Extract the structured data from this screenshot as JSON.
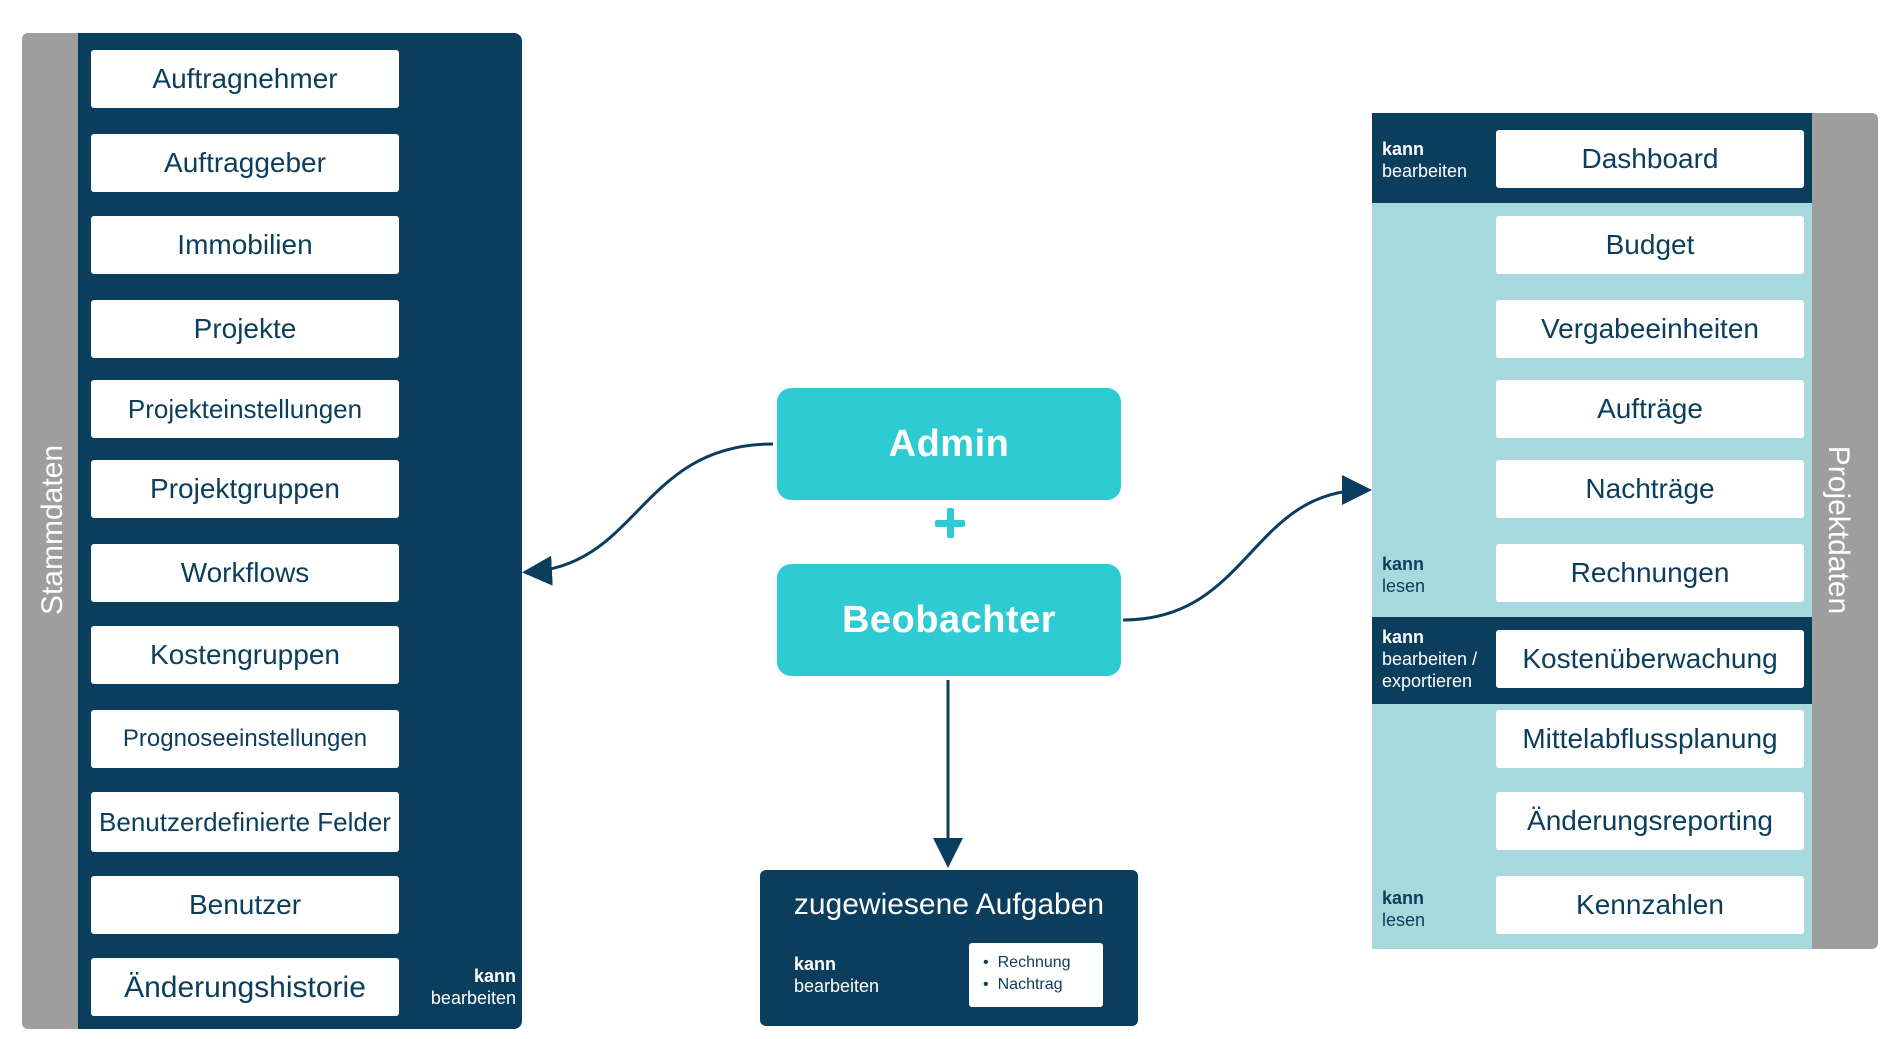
{
  "stammdaten": {
    "title": "Stammdaten",
    "items": [
      "Auftragnehmer",
      "Auftraggeber",
      "Immobilien",
      "Projekte",
      "Projekteinstellungen",
      "Projektgruppen",
      "Workflows",
      "Kostengruppen",
      "Prognoseeinstellungen",
      "Benutzerdefinierte Felder",
      "Benutzer",
      "Änderungshistorie"
    ],
    "permission": {
      "bold": "kann",
      "text": "bearbeiten"
    }
  },
  "roles": {
    "admin": "Admin",
    "plus": "+",
    "beobachter": "Beobachter"
  },
  "tasks": {
    "title": "zugewiesene Aufgaben",
    "permission": {
      "bold": "kann",
      "text": "bearbeiten"
    },
    "items": [
      "Rechnung",
      "Nachtrag"
    ]
  },
  "projektdaten": {
    "title": "Projektdaten",
    "items": [
      "Dashboard",
      "Budget",
      "Vergabeeinheiten",
      "Aufträge",
      "Nachträge",
      "Rechnungen",
      "Kostenüberwachung",
      "Mittelabflussplanung",
      "Änderungsreporting",
      "Kennzahlen"
    ],
    "permissions": [
      {
        "bold": "kann",
        "lines": [
          "bearbeiten"
        ]
      },
      {
        "bold": "kann",
        "lines": [
          "lesen"
        ]
      },
      {
        "bold": "kann",
        "lines": [
          "bearbeiten /",
          "exportieren"
        ]
      },
      {
        "bold": "kann",
        "lines": [
          "lesen"
        ]
      }
    ]
  },
  "colors": {
    "navy": "#0b3d5c",
    "teal": "#2ecbd3",
    "light_teal": "#a6d9de",
    "grey": "#9e9e9e"
  }
}
